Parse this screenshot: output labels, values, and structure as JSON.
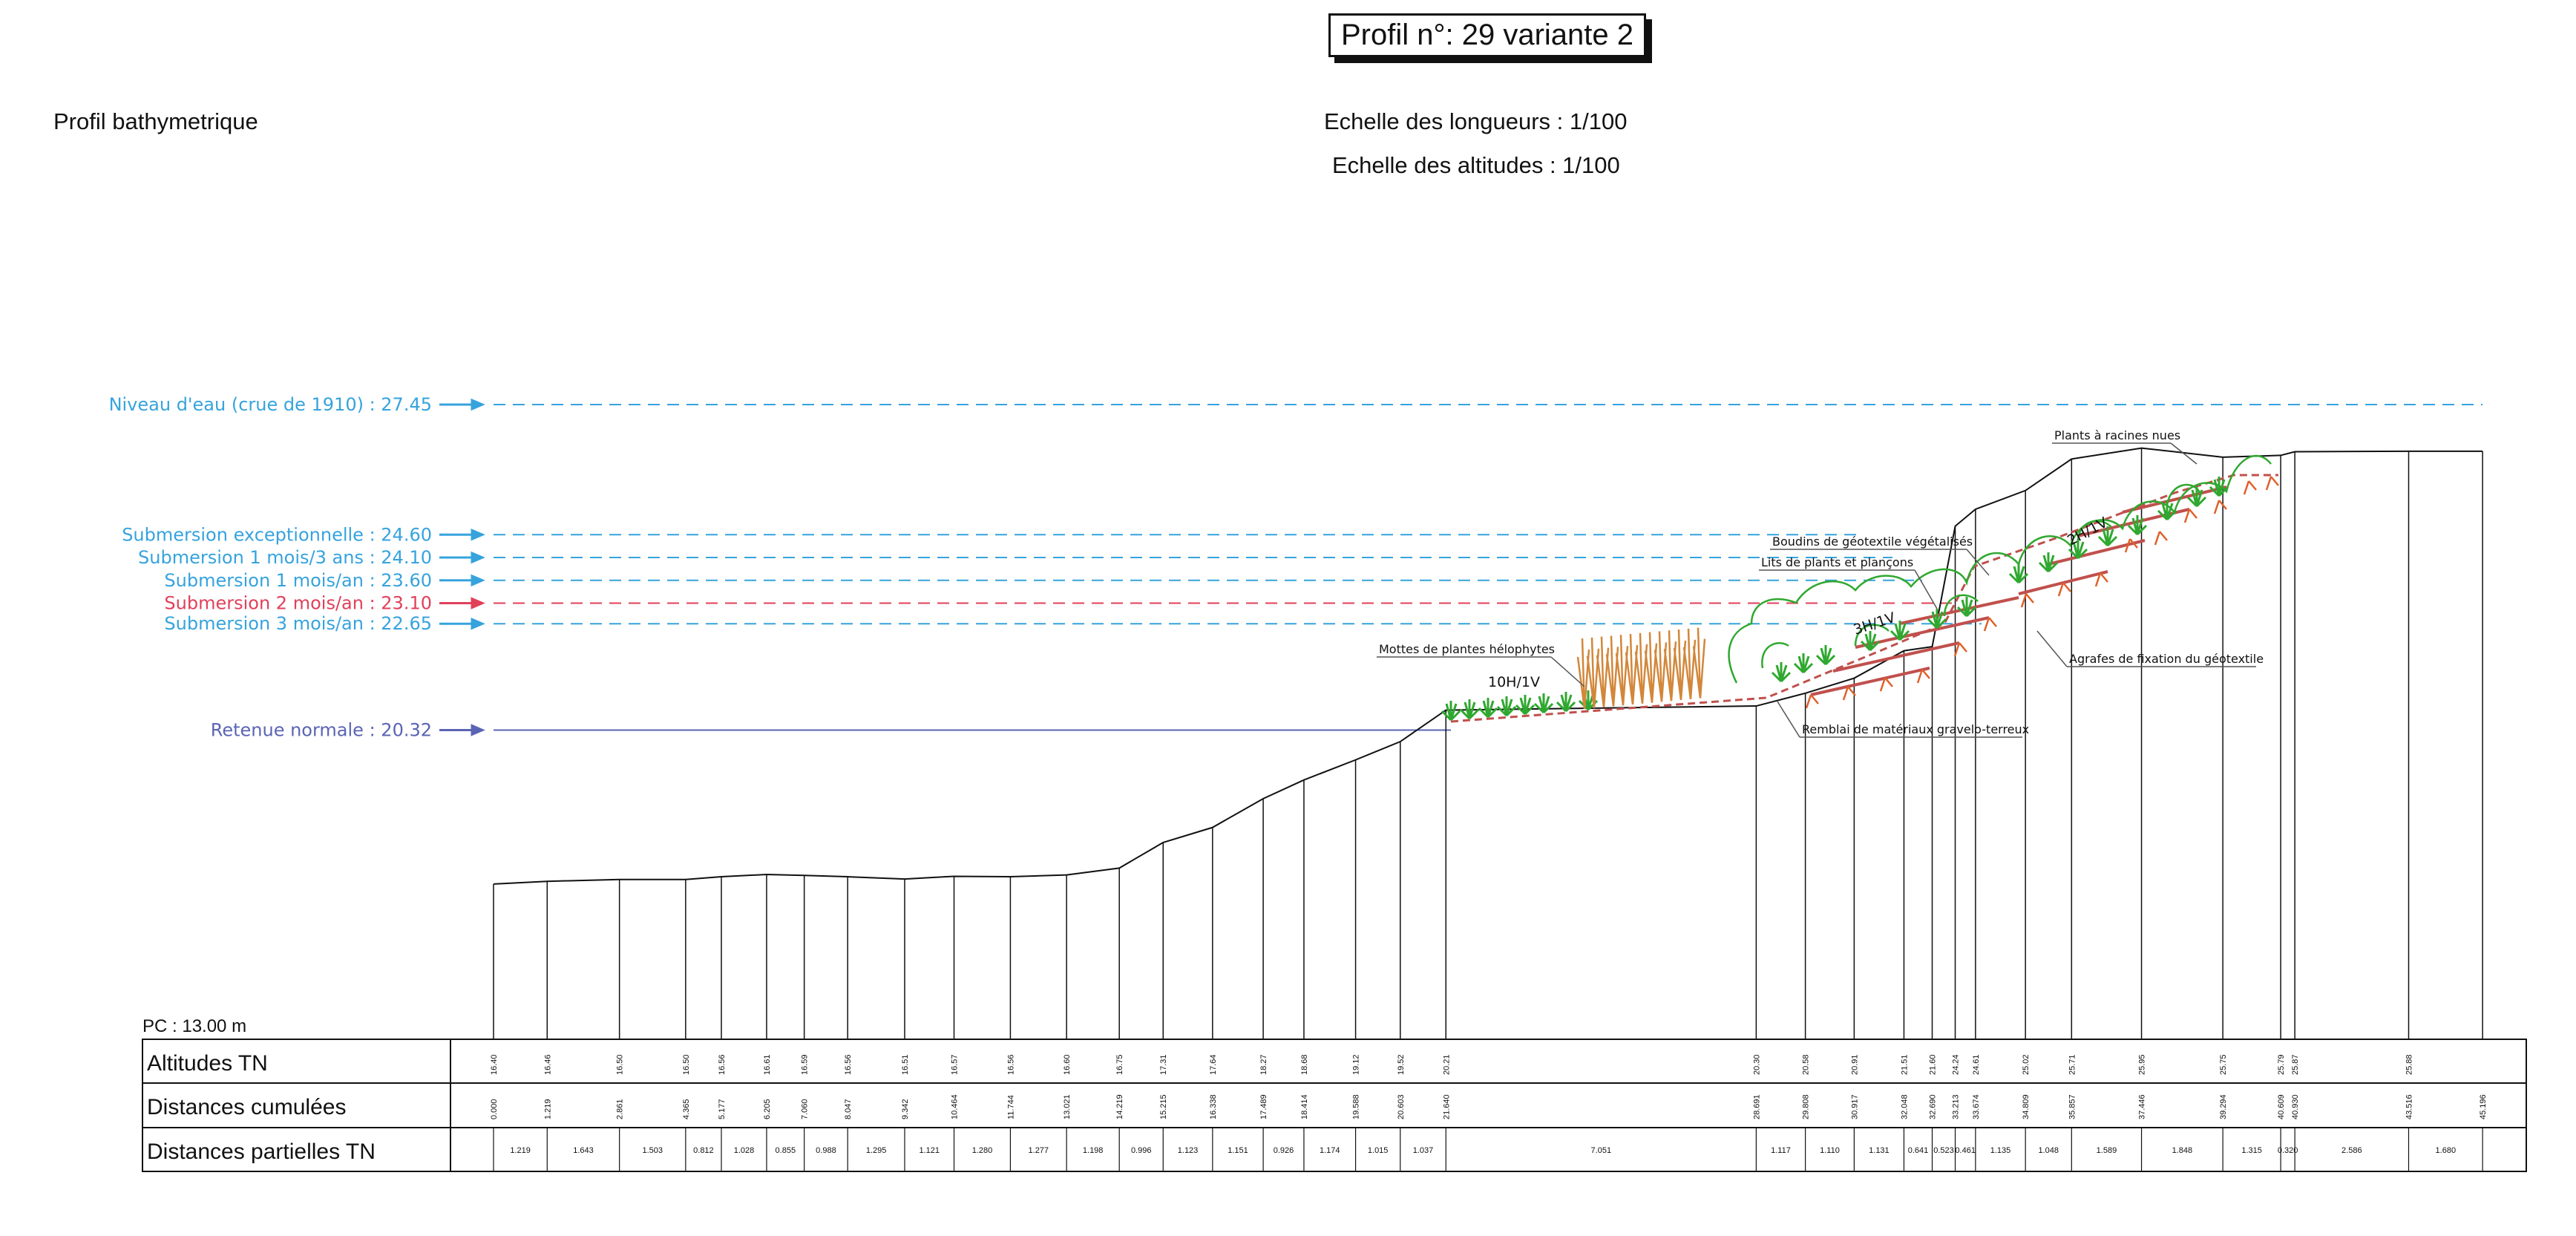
{
  "header": {
    "title": "Profil n°: 29 variante 2",
    "subtitle": "Profil bathymetrique",
    "scale_lengths": "Echelle des longueurs : 1/100",
    "scale_altitudes": "Echelle des altitudes : 1/100"
  },
  "levels": [
    {
      "id": "crue-1910",
      "label": "Niveau d'eau (crue de 1910) : 27.45",
      "value": 27.45,
      "color": "#36a3dd",
      "style": "dashed"
    },
    {
      "id": "exceptionnelle",
      "label": "Submersion exceptionnelle : 24.60",
      "value": 24.6,
      "color": "#36a3dd",
      "style": "dashed"
    },
    {
      "id": "1-mois-3-ans",
      "label": "Submersion 1 mois/3 ans : 24.10",
      "value": 24.1,
      "color": "#36a3dd",
      "style": "dashed"
    },
    {
      "id": "1-mois-an",
      "label": "Submersion 1 mois/an : 23.60",
      "value": 23.6,
      "color": "#36a3dd",
      "style": "dashed"
    },
    {
      "id": "2-mois-an",
      "label": "Submersion 2 mois/an : 23.10",
      "value": 23.1,
      "color": "#e0405a",
      "style": "dashed"
    },
    {
      "id": "3-mois-an",
      "label": "Submersion 3 mois/an : 22.65",
      "value": 22.65,
      "color": "#36a3dd",
      "style": "dashed"
    },
    {
      "id": "retenue-normale",
      "label": "Retenue normale : 20.32",
      "value": 20.32,
      "color": "#5a64b4",
      "style": "solid"
    }
  ],
  "annotations": {
    "plants_racines_nues": "Plants à racines nues",
    "boudins_geotextile": "Boudins de géotextile végétalisés",
    "lits_plants": "Lits de plants et plançons",
    "agrafes": "Agrafes de fixation du géotextile",
    "mottes_helophytes": "Mottes de plantes hélophytes",
    "remblai": "Remblai de matériaux gravelo-terreux",
    "slope_10h": "10H/1V",
    "slope_3h": "3H/1V",
    "slope_2h": "2H/1V"
  },
  "table": {
    "pc_label": "PC : 13.00 m",
    "row_labels": [
      "Altitudes TN",
      "Distances cumulées",
      "Distances partielles TN"
    ],
    "altitudes": [
      "16.40",
      "16.46",
      "16.50",
      "16.50",
      "16.56",
      "16.61",
      "16.59",
      "16.56",
      "16.51",
      "16.57",
      "16.56",
      "16.60",
      "16.75",
      "17.31",
      "17.64",
      "18.27",
      "18.68",
      "19.12",
      "19.52",
      "20.21",
      "20.30",
      "20.58",
      "20.91",
      "21.51",
      "21.60",
      "24.24",
      "24.61",
      "25.02",
      "25.71",
      "25.95",
      "25.75",
      "25.79",
      "25.87",
      "25.88"
    ],
    "cumulated": [
      "0.000",
      "1.219",
      "2.861",
      "4.365",
      "5.177",
      "6.205",
      "7.060",
      "8.047",
      "9.342",
      "10.464",
      "11.744",
      "13.021",
      "14.219",
      "15.215",
      "16.338",
      "17.489",
      "18.414",
      "19.588",
      "20.603",
      "21.640",
      "28.691",
      "29.808",
      "30.917",
      "32.048",
      "32.690",
      "33.213",
      "33.674",
      "34.809",
      "35.857",
      "37.446",
      "39.294",
      "40.609",
      "40.930",
      "43.516",
      "45.196"
    ],
    "partial": [
      "1.219",
      "1.643",
      "1.503",
      "0.812",
      "1.028",
      "0.855",
      "0.988",
      "1.295",
      "1.121",
      "1.280",
      "1.277",
      "1.198",
      "0.996",
      "1.123",
      "1.151",
      "0.926",
      "1.174",
      "1.015",
      "1.037",
      "7.051",
      "1.117",
      "1.110",
      "1.131",
      "0.641",
      "0.523",
      "0.461",
      "1.135",
      "1.048",
      "1.589",
      "1.848",
      "1.315",
      "0.320",
      "2.586",
      "1.680"
    ]
  },
  "colors": {
    "terrain": "#111111",
    "water_blue": "#36a3dd",
    "water_red": "#e0405a",
    "retenue": "#5a64b4",
    "vegetation": "#2fa82f",
    "reeds": "#d2873a",
    "geotextile": "#c0504d"
  }
}
